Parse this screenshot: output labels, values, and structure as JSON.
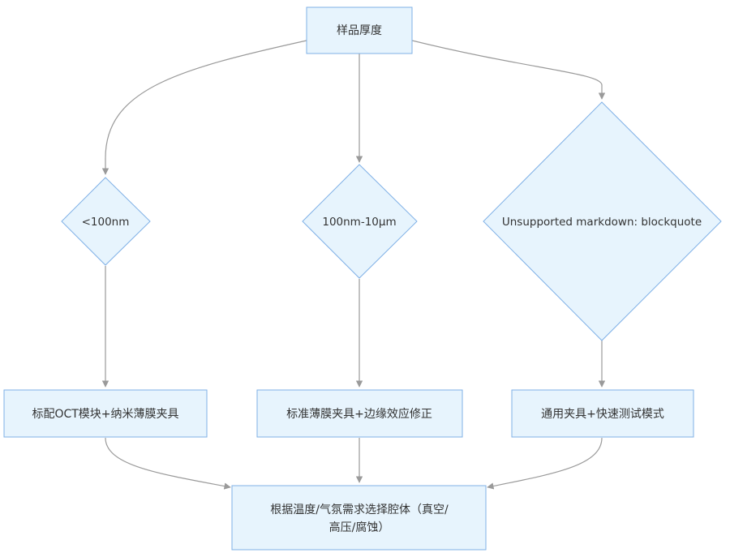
{
  "nodes": {
    "root": {
      "label": "样品厚度"
    },
    "thin": {
      "label": "<100nm"
    },
    "medium": {
      "label": "100nm-10μm"
    },
    "thick": {
      "label": "Unsupported markdown: blockquote"
    },
    "oct": {
      "label": "标配OCT模块+纳米薄膜夹具"
    },
    "standard": {
      "label": "标准薄膜夹具+边缘效应修正"
    },
    "general": {
      "label": "通用夹具+快速测试模式"
    },
    "chamber": {
      "line1": "根据温度/气氛需求选择腔体（真空/",
      "line2": "高压/腐蚀）"
    }
  },
  "colors": {
    "node_fill": "#e7f4fd",
    "node_stroke": "#7fb0e6",
    "edge": "#9a9a9a",
    "text": "#333333"
  }
}
